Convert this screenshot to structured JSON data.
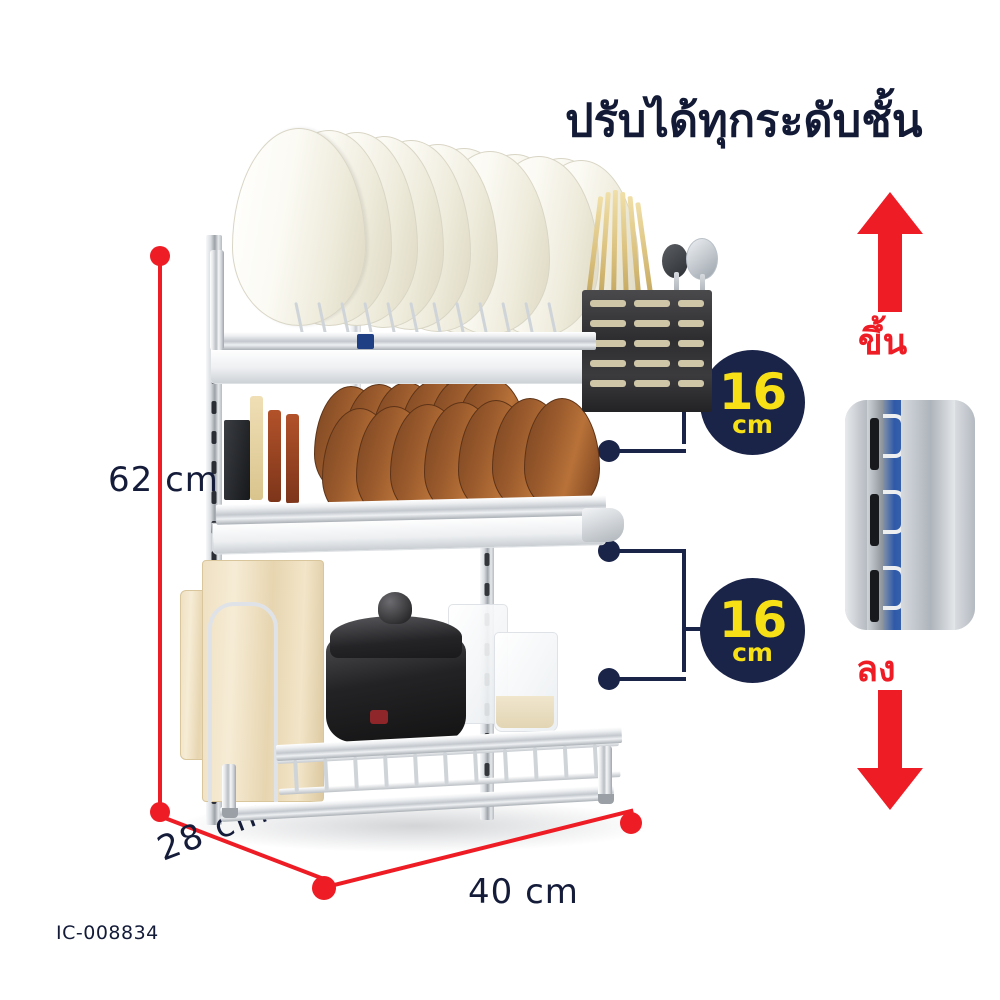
{
  "product": {
    "sku": "IC-008834",
    "type": "3-tier adjustable stainless steel dish drying rack"
  },
  "headline": {
    "text": "ปรับได้ทุกระดับชั้น",
    "color": "#121a36"
  },
  "dimensions": {
    "height": {
      "value": "62",
      "unit": "cm",
      "label": "62 cm"
    },
    "depth": {
      "value": "28",
      "unit": "cm",
      "label": "28 cm"
    },
    "width": {
      "value": "40",
      "unit": "cm",
      "label": "40 cm"
    },
    "line_color": "#ee1c25",
    "text_color": "#141c3a"
  },
  "badges": [
    {
      "number": "16",
      "unit": "cm",
      "bg": "#1a2348",
      "fg": "#f7e016",
      "describes": "gap between top shelf and middle shelf"
    },
    {
      "number": "16",
      "unit": "cm",
      "bg": "#1a2348",
      "fg": "#f7e016",
      "describes": "gap between middle shelf and bottom shelf"
    }
  ],
  "adjust_arrows": {
    "up": {
      "label": "ขึ้น",
      "direction": "up",
      "color": "#ee1c25"
    },
    "down": {
      "label": "ลง",
      "direction": "down",
      "color": "#ee1c25"
    }
  },
  "detail_photo": {
    "caption": "",
    "describes": "close-up of slotted upright post with adjustable shelf hooks",
    "accent_color": "#2f5aa8"
  },
  "icons": {
    "arrow_up": "arrow-up-icon",
    "arrow_down": "arrow-down-icon",
    "dimension_dot": "dimension-endpoint-dot-icon",
    "leader_dot": "leader-line-dot-icon"
  },
  "shelves": [
    {
      "name": "top-shelf",
      "contents": "white plates, wooden chopsticks, spoons in utensil basket"
    },
    {
      "name": "middle-shelf",
      "contents": "brown wooden bowls, knives with wooden handles"
    },
    {
      "name": "bottom-shelf",
      "contents": "wooden cutting board, black pot with lid, clear plastic containers"
    }
  ]
}
